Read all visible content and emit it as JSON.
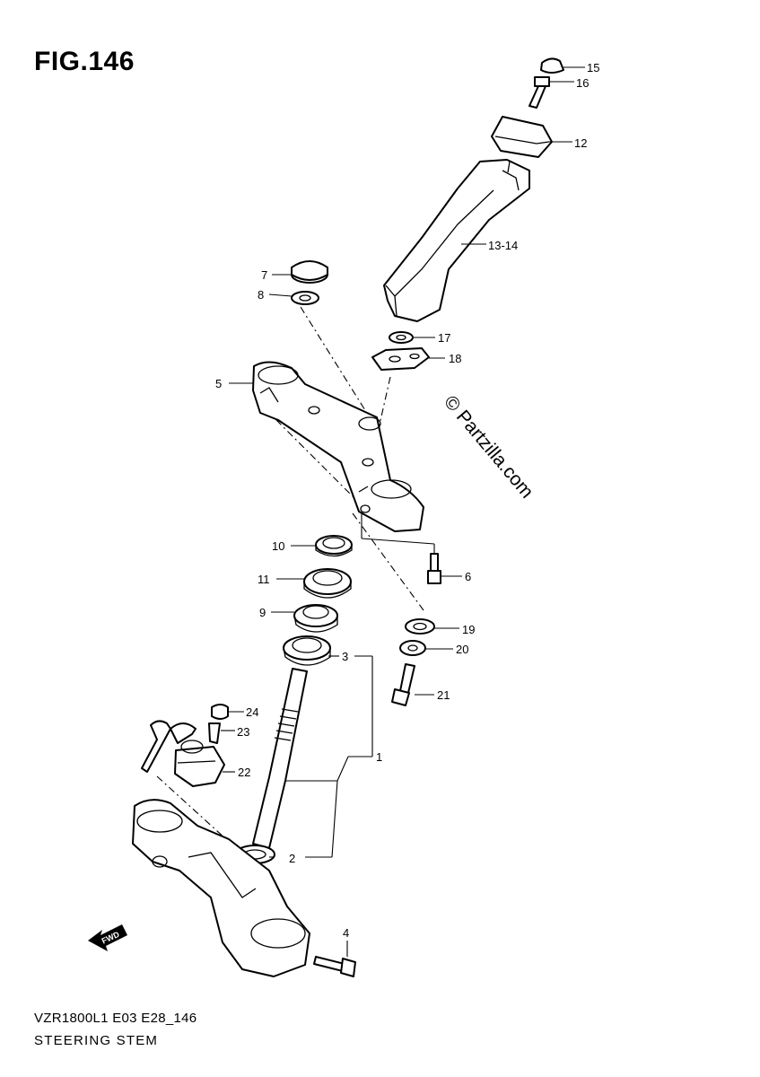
{
  "figure": {
    "title": "FIG.146",
    "model_code": "VZR1800L1 E03 E28_146",
    "section_name": "STEERING STEM",
    "watermark": "© Partzilla.com",
    "fwd_label": "FWD"
  },
  "callouts": [
    {
      "id": "15",
      "label": "15"
    },
    {
      "id": "16",
      "label": "16"
    },
    {
      "id": "12",
      "label": "12"
    },
    {
      "id": "13-14",
      "label": "13-14"
    },
    {
      "id": "7",
      "label": "7"
    },
    {
      "id": "8",
      "label": "8"
    },
    {
      "id": "17",
      "label": "17"
    },
    {
      "id": "18",
      "label": "18"
    },
    {
      "id": "5",
      "label": "5"
    },
    {
      "id": "10",
      "label": "10"
    },
    {
      "id": "6",
      "label": "6"
    },
    {
      "id": "11",
      "label": "11"
    },
    {
      "id": "9",
      "label": "9"
    },
    {
      "id": "19",
      "label": "19"
    },
    {
      "id": "3",
      "label": "3"
    },
    {
      "id": "20",
      "label": "20"
    },
    {
      "id": "24",
      "label": "24"
    },
    {
      "id": "23",
      "label": "23"
    },
    {
      "id": "21",
      "label": "21"
    },
    {
      "id": "1",
      "label": "1"
    },
    {
      "id": "22",
      "label": "22"
    },
    {
      "id": "2",
      "label": "2"
    },
    {
      "id": "4",
      "label": "4"
    }
  ]
}
